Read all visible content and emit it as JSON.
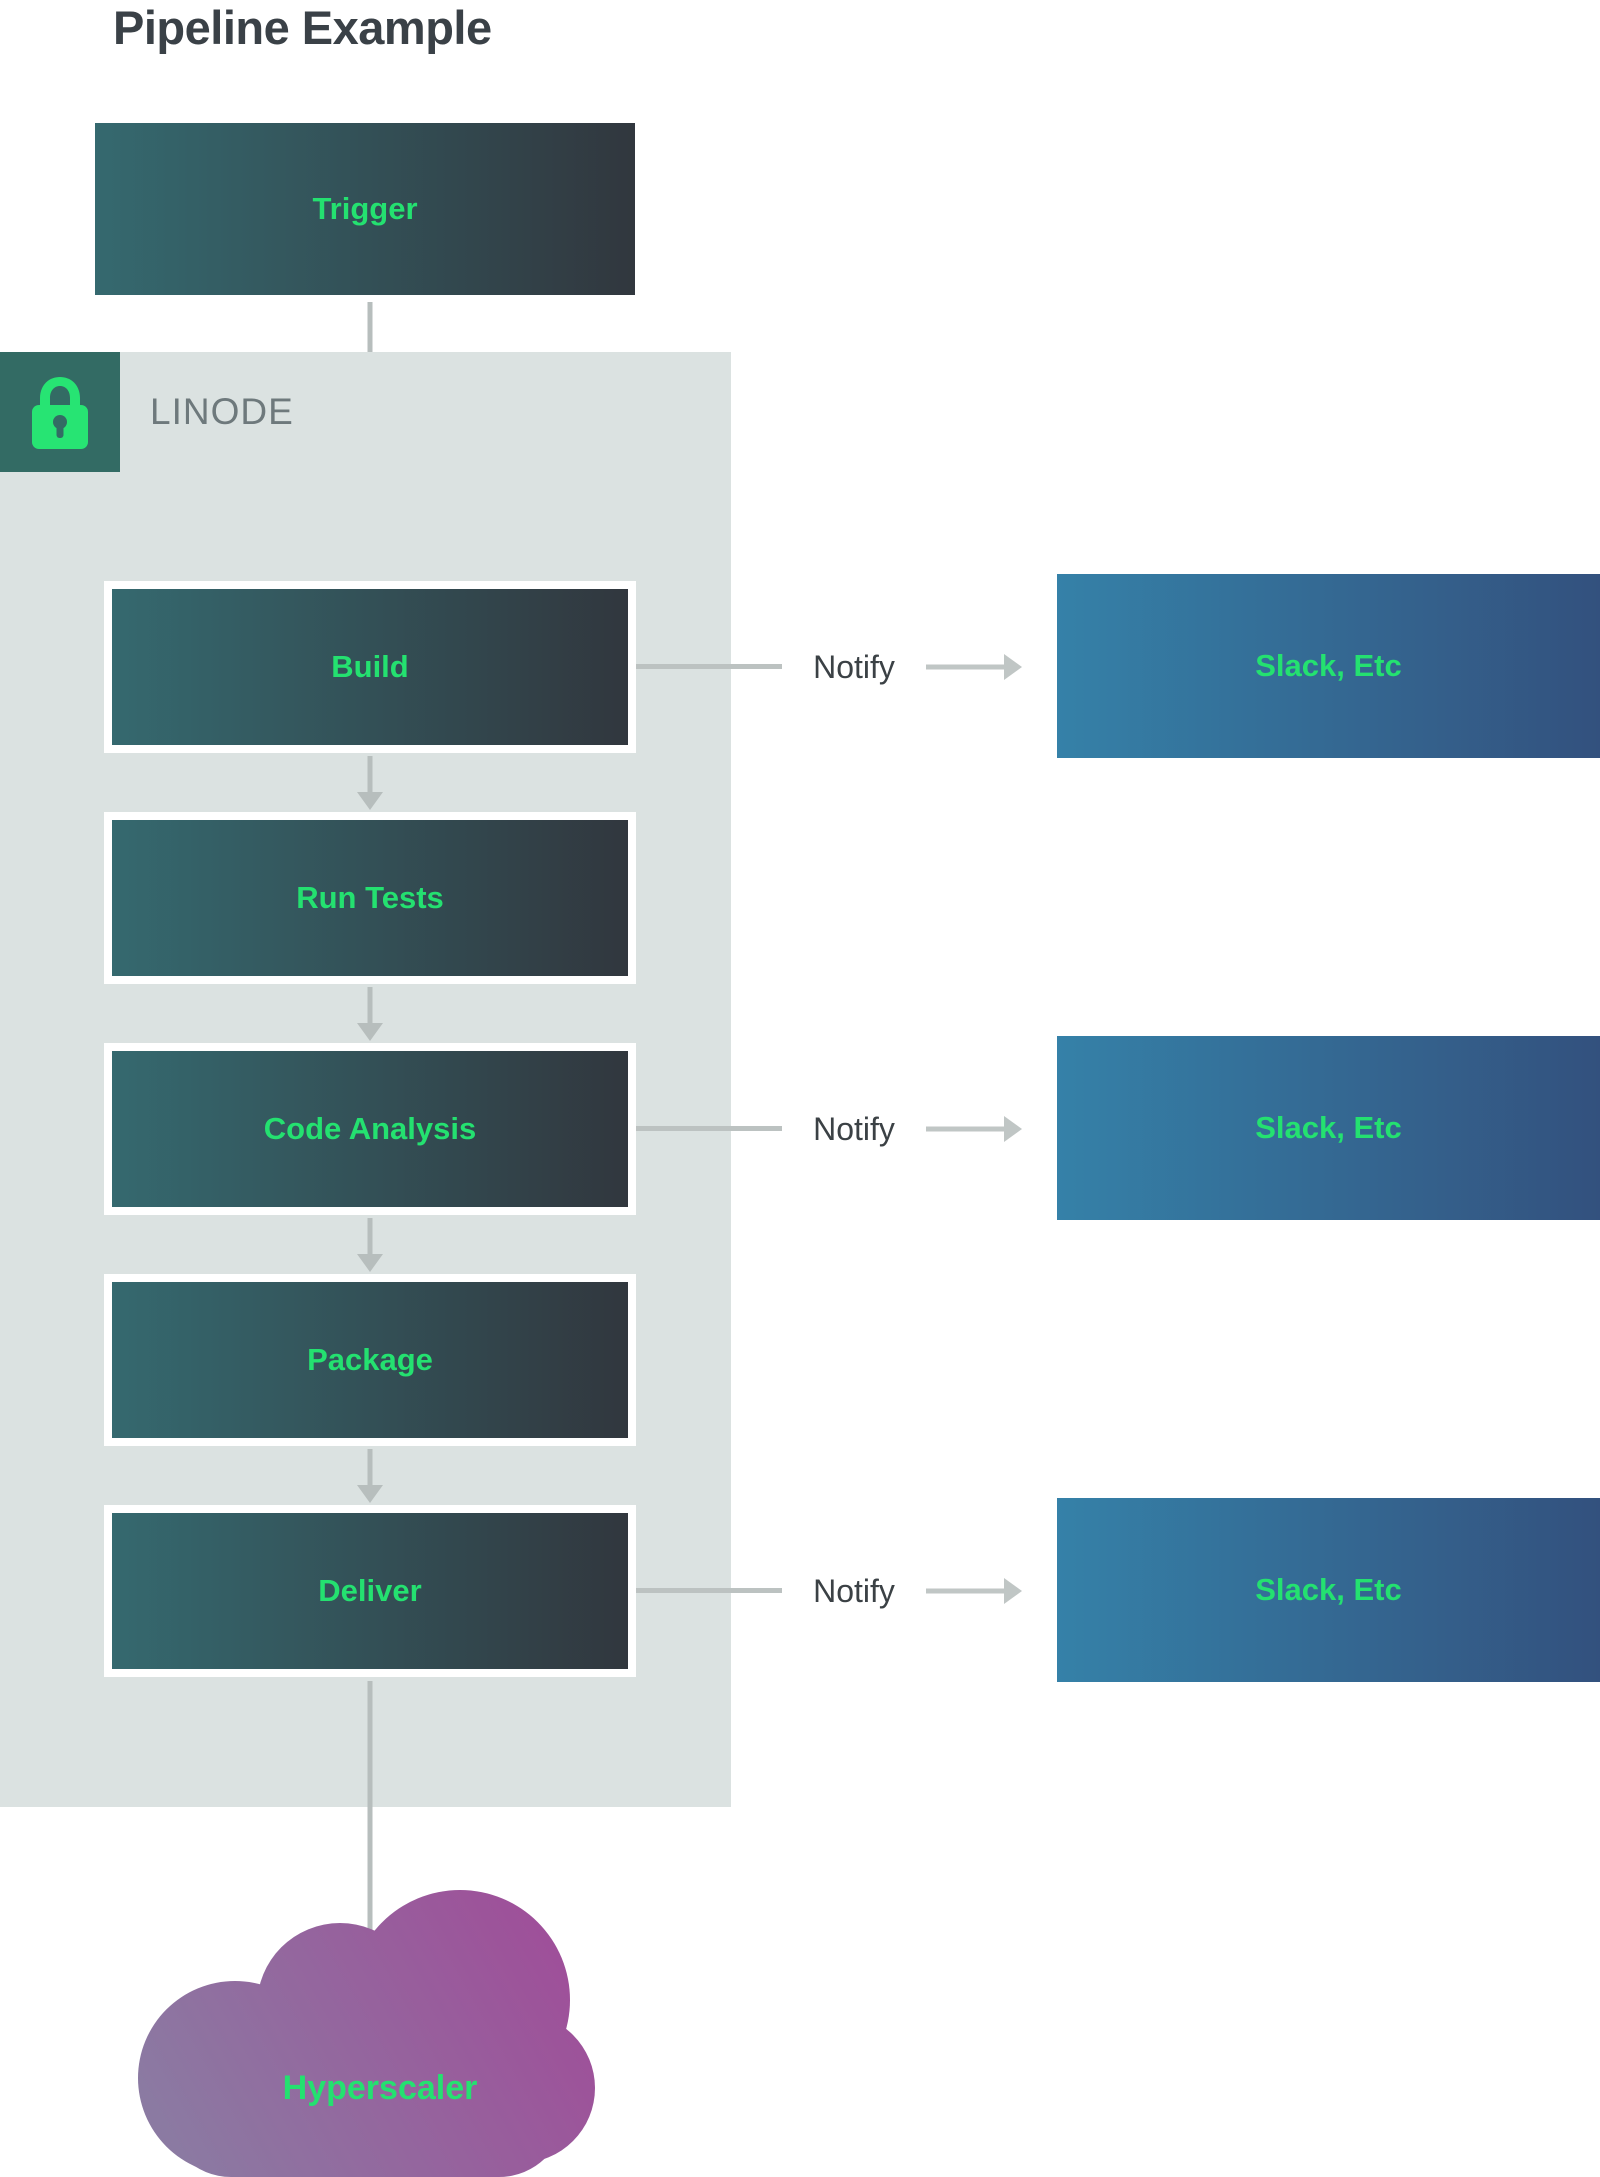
{
  "title": "Pipeline Example",
  "trigger": {
    "label": "Trigger"
  },
  "linode_zone": {
    "label": "LINODE",
    "badge_icon": "lock-icon"
  },
  "stages": [
    {
      "label": "Build"
    },
    {
      "label": "Run Tests"
    },
    {
      "label": "Code Analysis"
    },
    {
      "label": "Package"
    },
    {
      "label": "Deliver"
    }
  ],
  "notify_rows": [
    {
      "from_stage": "Build",
      "label": "Notify",
      "target": "Slack, Etc"
    },
    {
      "from_stage": "Code Analysis",
      "label": "Notify",
      "target": "Slack, Etc"
    },
    {
      "from_stage": "Deliver",
      "label": "Notify",
      "target": "Slack, Etc"
    }
  ],
  "cloud": {
    "label": "Hyperscaler"
  },
  "colors": {
    "stage_gradient_start": "#35696f",
    "stage_gradient_end": "#31373e",
    "notify_gradient_start": "#3581a8",
    "notify_gradient_end": "#33517e",
    "accent_green": "#24e170",
    "zone_background": "#dbe2e1",
    "lock_badge_background": "#336b64",
    "cloud_gradient_start": "#8b7aa2",
    "cloud_gradient_end": "#9f4e99",
    "arrow_gray": "#b7bebd",
    "title_text": "#3a4147",
    "zone_label_text": "#6e797c",
    "notify_text": "#3b4145"
  }
}
